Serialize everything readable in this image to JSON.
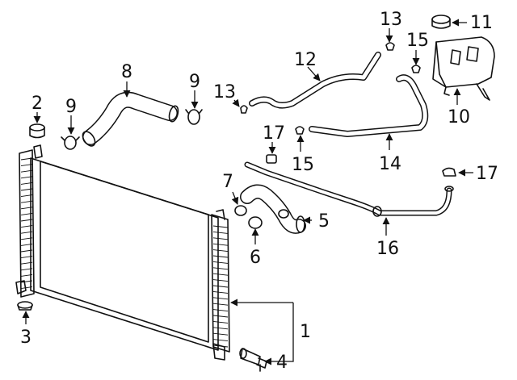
{
  "diagram": {
    "callouts": [
      {
        "id": "c1",
        "label": "1"
      },
      {
        "id": "c2",
        "label": "2"
      },
      {
        "id": "c3",
        "label": "3"
      },
      {
        "id": "c4",
        "label": "4"
      },
      {
        "id": "c5",
        "label": "5"
      },
      {
        "id": "c6",
        "label": "6"
      },
      {
        "id": "c7",
        "label": "7"
      },
      {
        "id": "c8",
        "label": "8"
      },
      {
        "id": "c9a",
        "label": "9"
      },
      {
        "id": "c9b",
        "label": "9"
      },
      {
        "id": "c10",
        "label": "10"
      },
      {
        "id": "c11",
        "label": "11"
      },
      {
        "id": "c12",
        "label": "12"
      },
      {
        "id": "c13a",
        "label": "13"
      },
      {
        "id": "c13b",
        "label": "13"
      },
      {
        "id": "c14",
        "label": "14"
      },
      {
        "id": "c15a",
        "label": "15"
      },
      {
        "id": "c15b",
        "label": "15"
      },
      {
        "id": "c16",
        "label": "16"
      },
      {
        "id": "c17a",
        "label": "17"
      },
      {
        "id": "c17b",
        "label": "17"
      }
    ]
  }
}
